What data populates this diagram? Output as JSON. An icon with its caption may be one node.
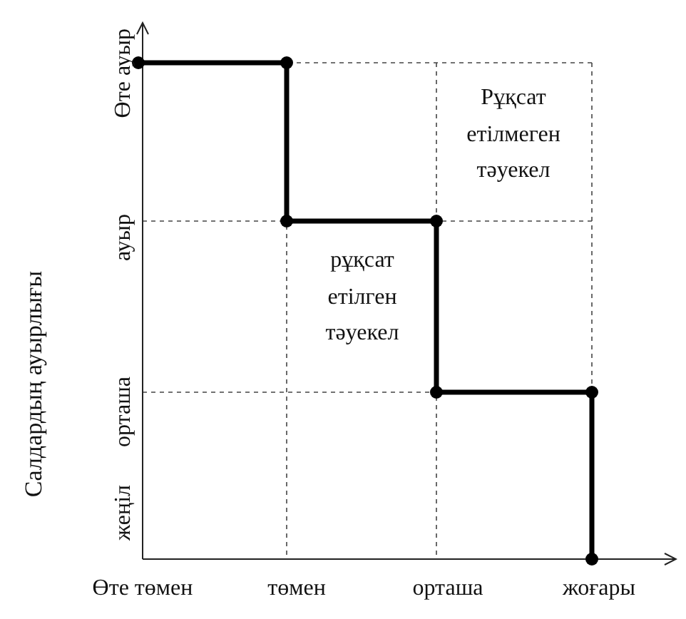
{
  "diagram": {
    "labels": [
      "Салдардың ауырлығы",
      "Өте ауыр",
      "ауыр",
      "орташа",
      "жеңіл",
      "Рұқсат етілмеген тәуекел",
      "рұқсат етілген тәуекел",
      "Өте төмен",
      "төмен",
      "орташа",
      "жоғары"
    ]
  }
}
